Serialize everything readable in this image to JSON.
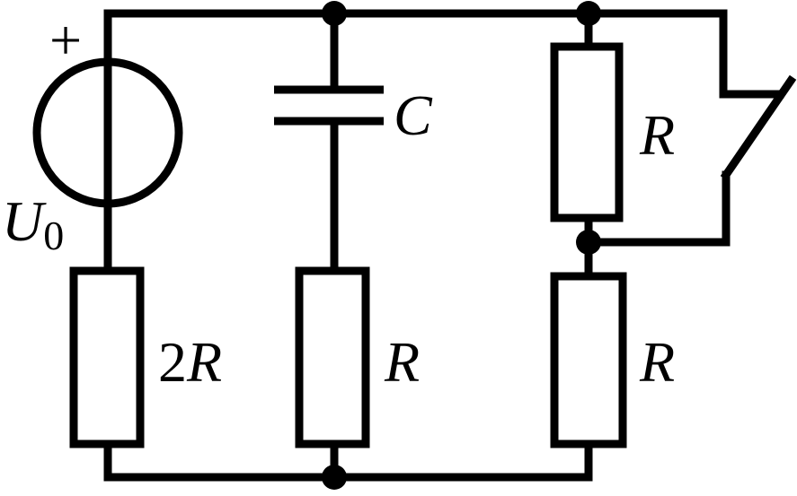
{
  "source": {
    "plus_sign": "+",
    "symbol": "U",
    "subscript": "0"
  },
  "capacitor": {
    "label": "C"
  },
  "resistors": {
    "left_bottom": {
      "coefficient": "2",
      "symbol": "R"
    },
    "middle_bottom": {
      "symbol": "R"
    },
    "right_top": {
      "symbol": "R"
    },
    "right_bottom": {
      "symbol": "R"
    }
  }
}
